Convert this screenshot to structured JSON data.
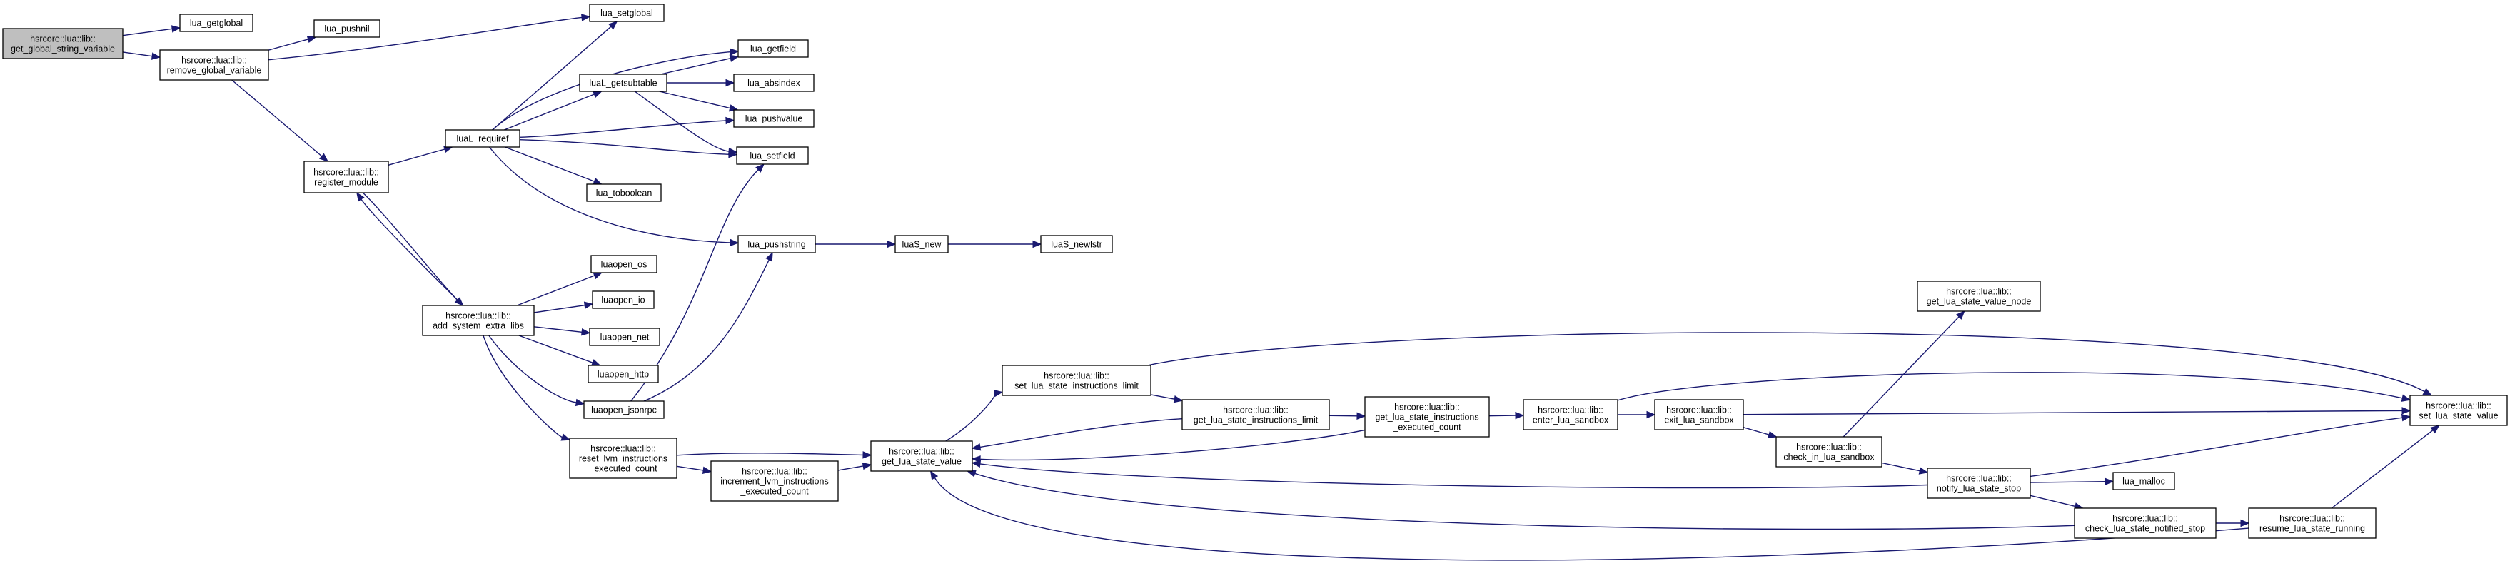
{
  "graph": {
    "nodes": {
      "root": [
        "hsrcore::lua::lib::",
        "get_global_string_variable"
      ],
      "getglobal": [
        "lua_getglobal"
      ],
      "removeglobal": [
        "hsrcore::lua::lib::",
        "remove_global_variable"
      ],
      "pushnil": [
        "lua_pushnil"
      ],
      "setglobal": [
        "lua_setglobal"
      ],
      "getfield": [
        "lua_getfield"
      ],
      "getsubtable": [
        "luaL_getsubtable"
      ],
      "absindex": [
        "lua_absindex"
      ],
      "pushvalue": [
        "lua_pushvalue"
      ],
      "setfield": [
        "lua_setfield"
      ],
      "requiref": [
        "luaL_requiref"
      ],
      "toboolean": [
        "lua_toboolean"
      ],
      "register": [
        "hsrcore::lua::lib::",
        "register_module"
      ],
      "pushstring": [
        "lua_pushstring"
      ],
      "luasnew": [
        "luaS_new"
      ],
      "newlstr": [
        "luaS_newlstr"
      ],
      "os": [
        "luaopen_os"
      ],
      "io": [
        "luaopen_io"
      ],
      "net": [
        "luaopen_net"
      ],
      "http": [
        "luaopen_http"
      ],
      "jsonrpc": [
        "luaopen_jsonrpc"
      ],
      "addsys": [
        "hsrcore::lua::lib::",
        "add_system_extra_libs"
      ],
      "resetlvm": [
        "hsrcore::lua::lib::",
        "reset_lvm_instructions",
        "_executed_count"
      ],
      "incrlvm": [
        "hsrcore::lua::lib::",
        "increment_lvm_instructions",
        "_executed_count"
      ],
      "getstate": [
        "hsrcore::lua::lib::",
        "get_lua_state_value"
      ],
      "setlimit": [
        "hsrcore::lua::lib::",
        "set_lua_state_instructions_limit"
      ],
      "getlimit": [
        "hsrcore::lua::lib::",
        "get_lua_state_instructions_limit"
      ],
      "getexec": [
        "hsrcore::lua::lib::",
        "get_lua_state_instructions",
        "_executed_count"
      ],
      "enter": [
        "hsrcore::lua::lib::",
        "enter_lua_sandbox"
      ],
      "exit": [
        "hsrcore::lua::lib::",
        "exit_lua_sandbox"
      ],
      "check": [
        "hsrcore::lua::lib::",
        "check_in_lua_sandbox"
      ],
      "notify": [
        "hsrcore::lua::lib::",
        "notify_lua_state_stop"
      ],
      "checknotified": [
        "hsrcore::lua::lib::",
        "check_lua_state_notified_stop"
      ],
      "resume": [
        "hsrcore::lua::lib::",
        "resume_lua_state_running"
      ],
      "getnode": [
        "hsrcore::lua::lib::",
        "get_lua_state_value_node"
      ],
      "setstate": [
        "hsrcore::lua::lib::",
        "set_lua_state_value"
      ],
      "malloc": [
        "lua_malloc"
      ]
    }
  },
  "colors": {
    "edge": "#191970",
    "node_border": "#000000",
    "node_fill": "#ffffff",
    "root_fill": "#bfbfbf"
  }
}
